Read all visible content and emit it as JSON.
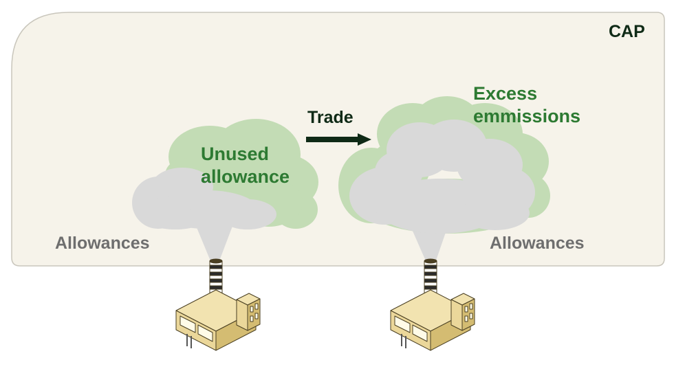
{
  "cap_label": "CAP",
  "trade_label": "Trade",
  "left": {
    "cloud_label_line1": "Unused",
    "cloud_label_line2": "allowance",
    "allowances_label": "Allowances"
  },
  "right": {
    "cloud_label_line1": "Excess",
    "cloud_label_line2": "emmissions",
    "allowances_label": "Allowances"
  },
  "colors": {
    "cap_fill": "#f6f3ea",
    "cap_stroke": "#c9c6bc",
    "green_cloud": "#c3dcb5",
    "gray_cloud": "#d9d9d9",
    "green_text": "#2d7a32",
    "dark_text": "#0f2a16",
    "gray_text": "#6e6e6e",
    "factory_fill": "#ebd79a"
  }
}
